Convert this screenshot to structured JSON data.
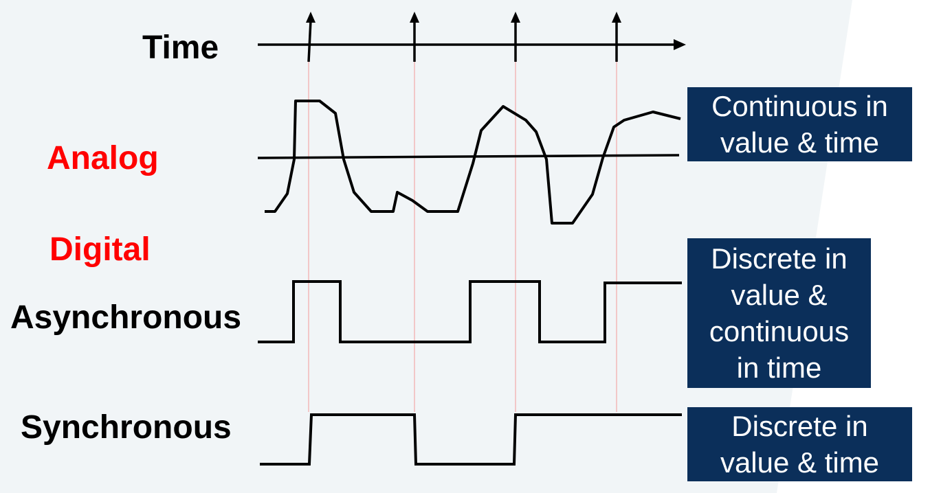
{
  "labels": {
    "time": "Time",
    "analog": "Analog",
    "digital": "Digital",
    "asynchronous": "Asynchronous",
    "synchronous": "Synchronous"
  },
  "callouts": {
    "analog": "Continuous in\nvalue & time",
    "asynchronous": "Discrete in\nvalue &\ncontinuous\nin time",
    "synchronous": "Discrete in\nvalue & time"
  },
  "colors": {
    "accent_label": "#ff0000",
    "callout_background": "#0b2f5a",
    "callout_text": "#ffffff",
    "panel_background": "#f1f5f7",
    "guide_lines": "#f2b8b8",
    "signal": "#000000"
  }
}
